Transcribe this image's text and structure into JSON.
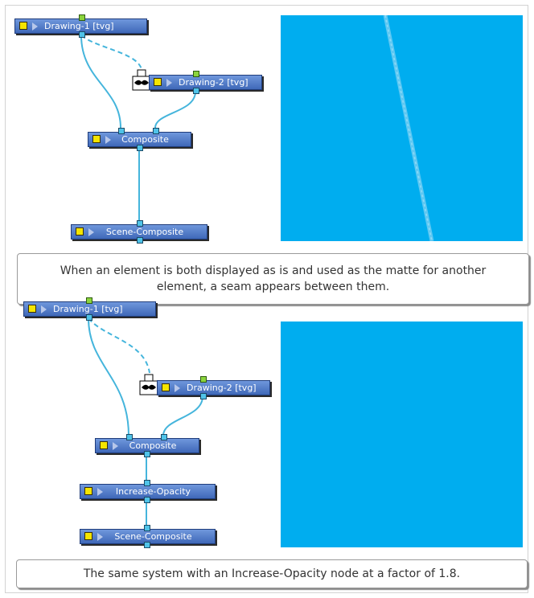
{
  "panels": [
    {
      "nodes": {
        "drawing_1": "Drawing-1  [tvg]",
        "drawing_2": "Drawing-2  [tvg]",
        "composite": "Composite",
        "scene_composite": "Scene-Composite"
      },
      "preview_color": "#00adef",
      "caption": "When an element is both displayed as is and used as the matte for another element, a seam appears between them."
    },
    {
      "nodes": {
        "drawing_1": "Drawing-1  [tvg]",
        "drawing_2": "Drawing-2  [tvg]",
        "composite": "Composite",
        "increase_opacity": "Increase-Opacity",
        "scene_composite": "Scene-Composite"
      },
      "preview_color": "#00adef",
      "caption": "The same system with an Increase-Opacity node at a factor of 1.8."
    }
  ],
  "colors": {
    "node_fill": "#4f79c9",
    "wire": "#45b5dc",
    "port_green": "#8bd43c",
    "preview_background": "#00adef",
    "seam_line": "#5ec8f3"
  },
  "icons": [
    "yellow-square-icon",
    "play-triangle-icon",
    "matte-mask-icon"
  ]
}
